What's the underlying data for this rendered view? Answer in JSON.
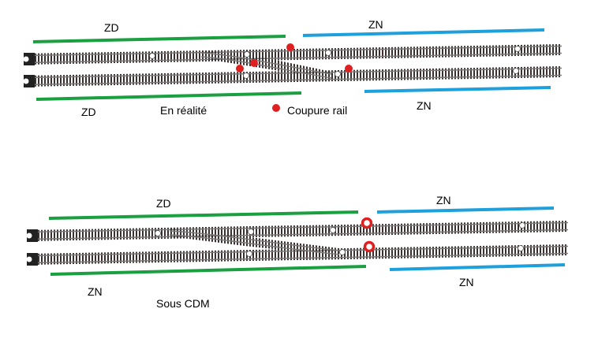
{
  "colors": {
    "zd_line": "#1aa040",
    "zn_line": "#1ea0dc",
    "cut_marker": "#e02020",
    "rail": "#7a7a7a",
    "sleeper": "#3a3030",
    "bumper": "#222222"
  },
  "top": {
    "label_zd_upper": "ZD",
    "label_zn_upper": "ZN",
    "label_zd_lower": "ZD",
    "label_zn_lower": "ZN",
    "caption": "En réalité",
    "legend_text": "Coupure rail"
  },
  "bottom": {
    "label_zd_upper": "ZD",
    "label_zn_upper": "ZN",
    "label_zn_left_lower": "ZN",
    "label_zn_right_lower": "ZN",
    "caption": "Sous CDM"
  }
}
